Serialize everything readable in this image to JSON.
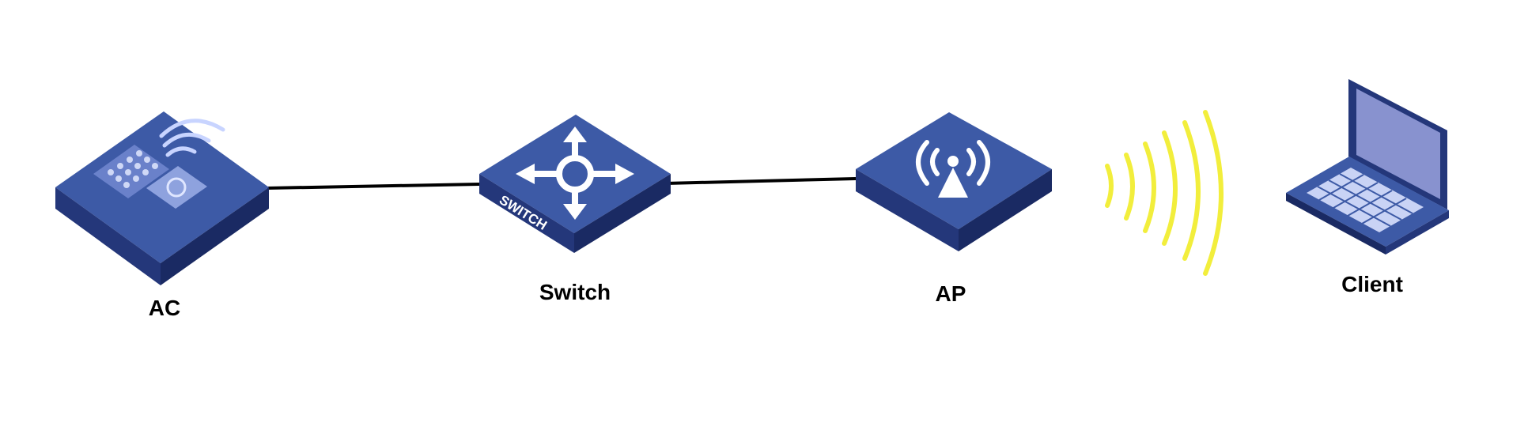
{
  "devices": {
    "ac": {
      "label": "AC",
      "icon": "access-controller-icon"
    },
    "switch": {
      "label": "Switch",
      "icon": "switch-icon",
      "face_text": "SWITCH"
    },
    "ap": {
      "label": "AP",
      "icon": "access-point-icon"
    },
    "client": {
      "label": "Client",
      "icon": "laptop-icon"
    }
  },
  "links": [
    {
      "from": "AC",
      "to": "Switch",
      "type": "wired"
    },
    {
      "from": "Switch",
      "to": "AP",
      "type": "wired"
    },
    {
      "from": "AP",
      "to": "Client",
      "type": "wireless"
    }
  ],
  "colors": {
    "device_top": "#3d5aa6",
    "device_side": "#24377a",
    "device_side_dark": "#1a2a63",
    "wire": "#000000",
    "wireless_waves": "#f2ee3c"
  }
}
